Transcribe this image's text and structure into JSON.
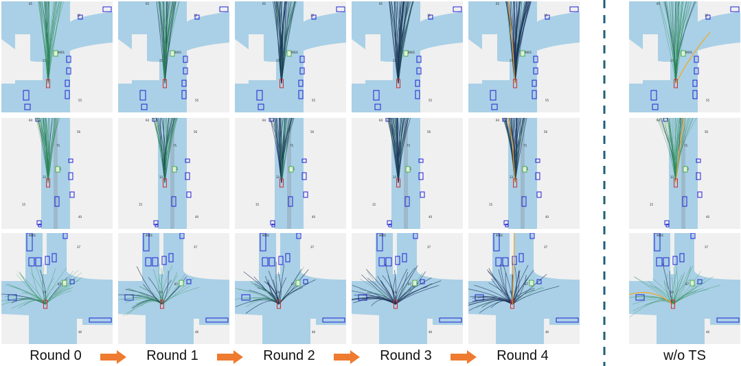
{
  "columns": [
    {
      "label": "Round 0",
      "id": "round-0"
    },
    {
      "label": "Round 1",
      "id": "round-1"
    },
    {
      "label": "Round 2",
      "id": "round-2"
    },
    {
      "label": "Round 3",
      "id": "round-3"
    },
    {
      "label": "Round 4",
      "id": "round-4"
    },
    {
      "label": "w/o TS",
      "id": "wo-ts"
    }
  ],
  "colors": {
    "background": "#f0f0f0",
    "drivable": "#a9d0e6",
    "lane": "#9db9cc",
    "ego": "#d62728",
    "agent": "#1f1fd6",
    "target": "#2ca02c",
    "trajectory_green": "#2e8b57",
    "trajectory_dark": "#1b2f5a",
    "trajectory_orange": "#f5a623",
    "arrow": "#ee7b30",
    "divider": "#1f5f7a"
  },
  "scenes": [
    {
      "id": "scene-1",
      "labels": [
        "35",
        "25",
        "55",
        "9001",
        "65"
      ]
    },
    {
      "id": "scene-2",
      "labels": [
        "56",
        "33",
        "40",
        "35",
        "64",
        "75",
        "15"
      ]
    },
    {
      "id": "scene-3",
      "labels": [
        "37",
        "59",
        "46",
        "87",
        "9001"
      ]
    }
  ]
}
